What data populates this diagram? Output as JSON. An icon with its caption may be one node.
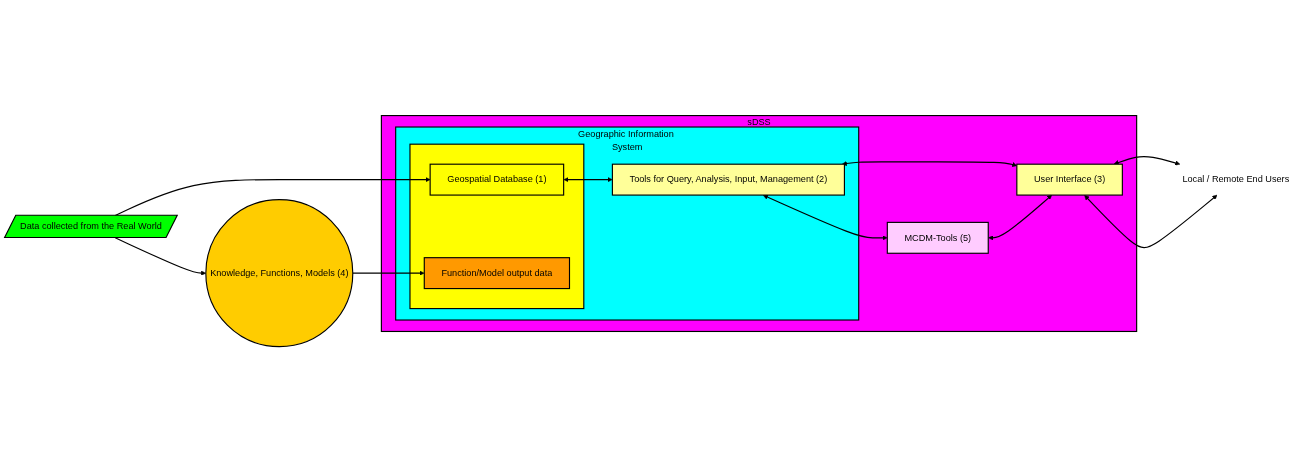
{
  "diagram": {
    "nodes": [
      {
        "text": [
          "sDSS"
        ]
      },
      {
        "text": [
          "Geographic Information System"
        ],
        "in": 0
      },
      {
        "text": [],
        "shape": "box",
        "in": 1
      },
      {
        "text": [
          "Geospatial Database (1)"
        ],
        "in": 2
      },
      {
        "text": [
          "Function/Model output data"
        ],
        "in": 2
      },
      {
        "text": [
          "Tools for Query, Analysis, Input, Management (2)"
        ],
        "in": 1
      },
      {
        "text": [
          "MCDM-Tools (5)"
        ],
        "in": 0
      },
      {
        "text": [
          "User Interface (3)"
        ],
        "in": 0
      },
      {
        "text": [
          "Data collected from the Real World"
        ]
      },
      {
        "text": [
          "Knowledge, Functions, Models (4)"
        ]
      },
      {
        "text": [
          "Local / Remote End Users"
        ]
      }
    ],
    "edges": [
      {
        "from": 8,
        "to": 3,
        "arrow": "to"
      },
      {
        "from": 8,
        "to": 9,
        "arrow": "to"
      },
      {
        "from": 9,
        "to": 4,
        "arrow": "to"
      },
      {
        "from": 3,
        "to": 5,
        "arrow": "both"
      },
      {
        "from": 5,
        "to": 6,
        "arrow": "both"
      },
      {
        "from": 5,
        "to": 7,
        "arrow": "both"
      },
      {
        "from": 6,
        "to": 7,
        "arrow": "both"
      },
      {
        "from": 7,
        "to": 10,
        "arrow": "both"
      },
      {
        "from": 7,
        "to": 10,
        "arrow": "both"
      }
    ]
  }
}
